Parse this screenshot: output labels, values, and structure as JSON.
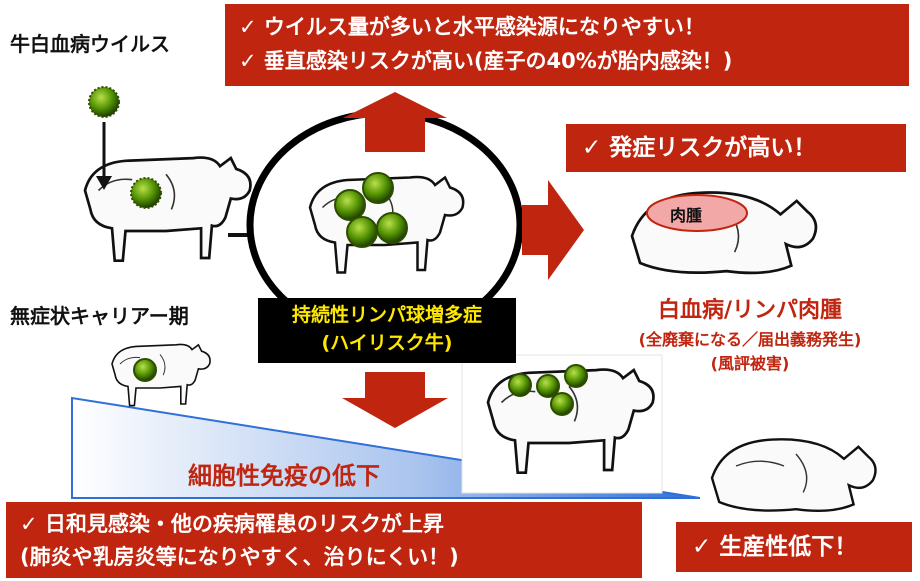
{
  "labels": {
    "virus": "牛白血病ウイルス",
    "carrier_stage": "無症状キャリアー期",
    "high_risk_line1": "持続性リンパ球増多症",
    "high_risk_line2": "(ハイリスク牛)",
    "tumor_label": "肉腫",
    "disease_title": "白血病/リンパ肉腫",
    "disease_note1": "(全廃棄になる／届出義務発生)",
    "disease_note2": "(風評被害)",
    "immunity_decline": "細胞性免疫の低下"
  },
  "boxes": {
    "top_line1": "✓ ウイルス量が多いと水平感染源になりやすい！",
    "top_line2": "✓ 垂直感染リスクが高い(産子の40%が胎内感染！)",
    "onset_risk": "✓ 発症リスクが高い！",
    "bottom_line1": "✓ 日和見感染・他の疾病罹患のリスクが上昇",
    "bottom_line2": "(肺炎や乳房炎等になりやすく、治りにくい！)",
    "productivity": "✓ 生産性低下！"
  },
  "colors": {
    "accent_red": "#c0250f",
    "virus_green": "#4f8f00",
    "immunity_blue": "#2f6fd8"
  }
}
